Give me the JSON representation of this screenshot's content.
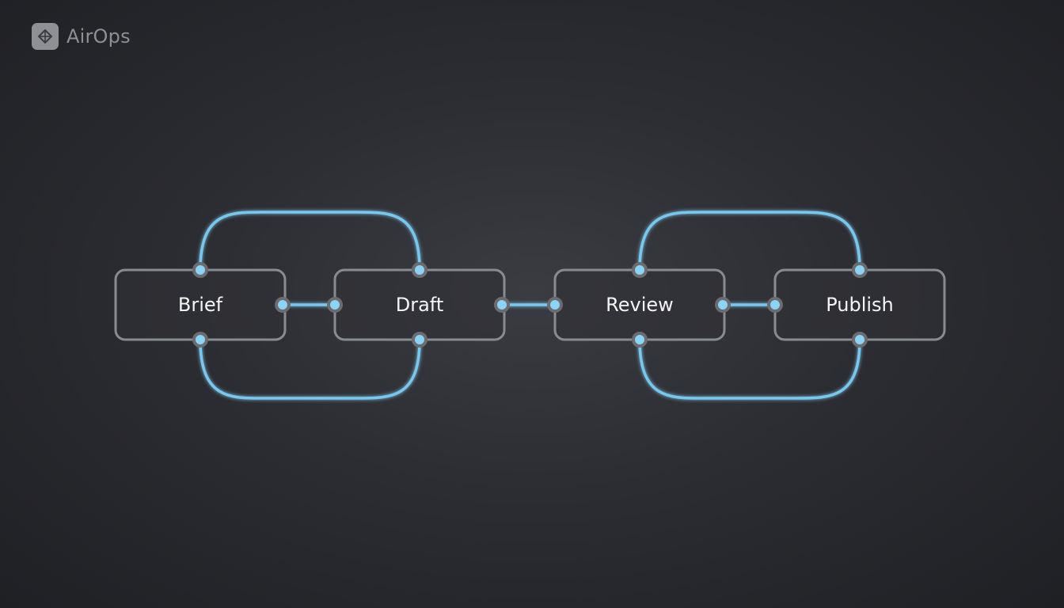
{
  "brand": {
    "name": "AirOps",
    "logo_icon": "airops-logo-icon"
  },
  "colors": {
    "background": "#2c2d32",
    "node_border": "#8a8b8f",
    "node_fill": "#303136",
    "connector": "#7cc6ec",
    "port_ring": "#6a6c71",
    "label": "#f4f4f6"
  },
  "diagram": {
    "nodes": [
      {
        "id": "brief",
        "label": "Brief"
      },
      {
        "id": "draft",
        "label": "Draft"
      },
      {
        "id": "review",
        "label": "Review"
      },
      {
        "id": "publish",
        "label": "Publish"
      }
    ],
    "edges": [
      {
        "from": "brief",
        "to": "draft",
        "kind": "straight"
      },
      {
        "from": "brief",
        "to": "draft",
        "kind": "loop-top"
      },
      {
        "from": "brief",
        "to": "draft",
        "kind": "loop-bottom"
      },
      {
        "from": "draft",
        "to": "review",
        "kind": "straight"
      },
      {
        "from": "review",
        "to": "publish",
        "kind": "straight"
      },
      {
        "from": "review",
        "to": "publish",
        "kind": "loop-top"
      },
      {
        "from": "review",
        "to": "publish",
        "kind": "loop-bottom"
      }
    ]
  }
}
